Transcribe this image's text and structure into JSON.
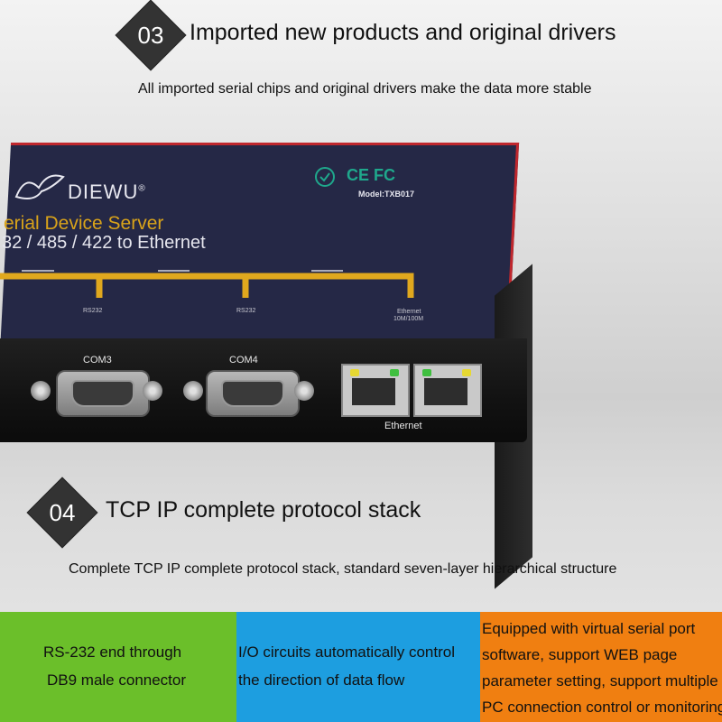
{
  "section3": {
    "number": "03",
    "title": "Imported new products and original drivers",
    "subtitle": "All imported serial chips and original drivers make the data more stable"
  },
  "device": {
    "brand": "DIEWU",
    "registered": "®",
    "line1": "erial Device Server",
    "line2": "32 / 485 / 422 to Ethernet",
    "certs": "CE FC",
    "model": "Model:TXB017",
    "rs232_a": "RS232",
    "rs232_b": "RS232",
    "ethernet_small": "Ethernet",
    "ethernet_speed": "10M/100M",
    "com3": "COM3",
    "com4": "COM4",
    "ethernet_label": "Ethernet"
  },
  "section4": {
    "number": "04",
    "title": "TCP IP complete protocol stack",
    "subtitle": "Complete TCP IP complete protocol stack, standard seven-layer hierarchical structure"
  },
  "features": [
    {
      "line1": "RS-232 end through",
      "line2": "DB9 male connector",
      "color": "#6bbf2a"
    },
    {
      "line1": "I/O circuits automatically control",
      "line2": "the direction of data flow",
      "color": "#1d9ee0"
    },
    {
      "line1": "Equipped with virtual serial port",
      "line2": "software, support WEB page",
      "line3": "parameter setting, support multiple",
      "line4": "PC connection control or monitoring",
      "color": "#f07f11"
    }
  ]
}
